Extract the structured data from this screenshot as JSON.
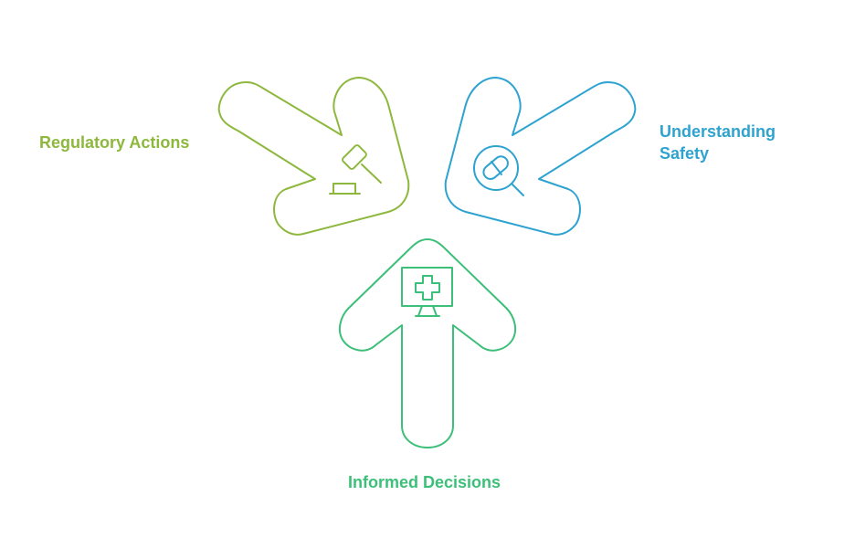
{
  "labels": {
    "regulatory_actions": "Regulatory Actions",
    "understanding_safety": "Understanding Safety",
    "informed_decisions": "Informed Decisions"
  },
  "colors": {
    "regulatory_actions": "#8db83d",
    "understanding_safety": "#2ea3d0",
    "informed_decisions": "#3cbf78"
  },
  "icons": {
    "regulatory_actions": "gavel-icon",
    "understanding_safety": "pill-magnifier-icon",
    "informed_decisions": "medical-monitor-icon"
  }
}
